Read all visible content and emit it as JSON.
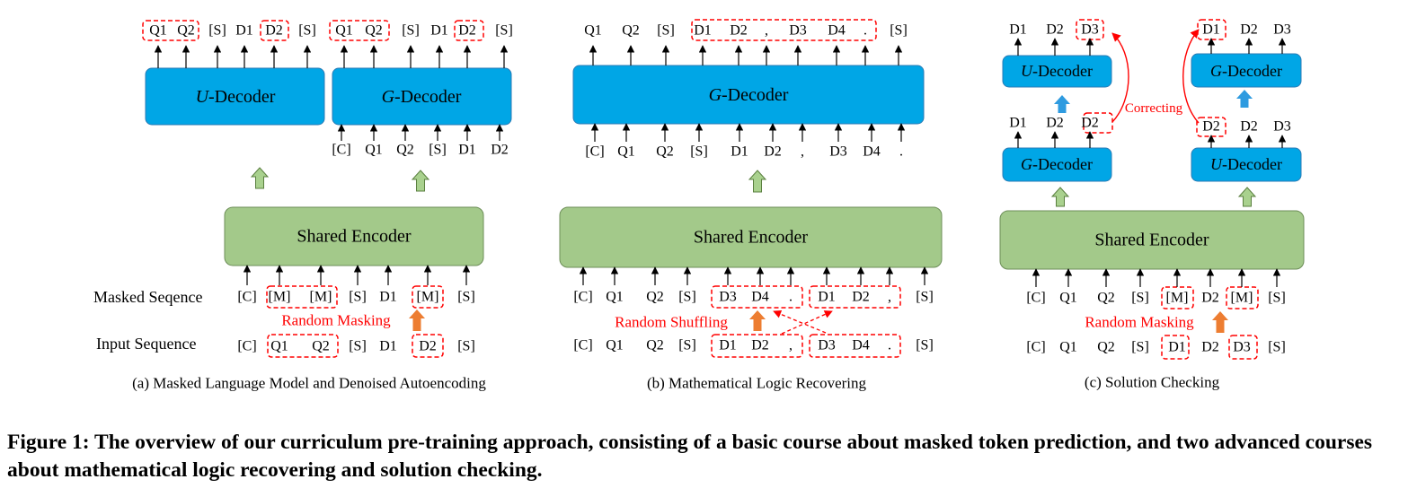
{
  "panels": [
    {
      "caption": "(a) Masked Language Model and Denoised Autoencoding",
      "encoder": "Shared Encoder",
      "decoders": [
        {
          "prefix": "U",
          "suffix": "-Decoder"
        },
        {
          "prefix": "G",
          "suffix": "-Decoder"
        }
      ],
      "u_output": [
        "Q1",
        "Q2",
        "[S]",
        "D1",
        "D2",
        "[S]"
      ],
      "g_output": [
        "Q1",
        "Q2",
        "[S]",
        "D1",
        "D2",
        "[S]"
      ],
      "g_input": [
        "[C]",
        "Q1",
        "Q2",
        "[S]",
        "D1",
        "D2"
      ],
      "row_labels": {
        "masked": "Masked Seqence",
        "input": "Input Sequence"
      },
      "masked_sequence": [
        "[C]",
        "[M]",
        "[M]",
        "[S]",
        "D1",
        "[M]",
        "[S]"
      ],
      "input_sequence": [
        "[C]",
        "Q1",
        "Q2",
        "[S]",
        "D1",
        "D2",
        "[S]"
      ],
      "operation": "Random Masking"
    },
    {
      "caption": "(b) Mathematical Logic Recovering",
      "encoder": "Shared Encoder",
      "decoder": {
        "prefix": "G",
        "suffix": "-Decoder"
      },
      "g_output": [
        "Q1",
        "Q2",
        "[S]",
        "D1",
        "D2",
        ",",
        "D3",
        "D4",
        ".",
        "[S]"
      ],
      "g_input": [
        "[C]",
        "Q1",
        "Q2",
        "[S]",
        "D1",
        "D2",
        ",",
        "D3",
        "D4",
        "."
      ],
      "shuffled_sequence": [
        "[C]",
        "Q1",
        "Q2",
        "[S]",
        "D3",
        "D4",
        ".",
        "D1",
        "D2",
        ",",
        "[S]"
      ],
      "input_sequence": [
        "[C]",
        "Q1",
        "Q2",
        "[S]",
        "D1",
        "D2",
        ",",
        "D3",
        "D4",
        ".",
        "[S]"
      ],
      "operation": "Random Shuffling"
    },
    {
      "caption": "(c) Solution Checking",
      "encoder": "Shared Encoder",
      "left_stack": {
        "top_decoder": {
          "prefix": "U",
          "suffix": "-Decoder"
        },
        "top_output": [
          "D1",
          "D2",
          "D3"
        ],
        "bottom_decoder": {
          "prefix": "G",
          "suffix": "-Decoder"
        },
        "bottom_output": [
          "D1",
          "D2",
          "D2"
        ]
      },
      "right_stack": {
        "top_decoder": {
          "prefix": "G",
          "suffix": "-Decoder"
        },
        "top_output": [
          "D1",
          "D2",
          "D3"
        ],
        "bottom_decoder": {
          "prefix": "U",
          "suffix": "-Decoder"
        },
        "bottom_output": [
          "D2",
          "D2",
          "D3"
        ]
      },
      "correcting_label": "Correcting",
      "masked_sequence": [
        "[C]",
        "Q1",
        "Q2",
        "[S]",
        "[M]",
        "D2",
        "[M]",
        "[S]"
      ],
      "input_sequence": [
        "[C]",
        "Q1",
        "Q2",
        "[S]",
        "D1",
        "D2",
        "D3",
        "[S]"
      ],
      "operation": "Random Masking"
    }
  ],
  "figure_caption": "Figure 1: The overview of our curriculum pre-training approach, consisting of a basic course about masked token prediction, and two advanced courses about mathematical logic recovering and solution checking.",
  "colors": {
    "decoder_fill": "#00A6E6",
    "encoder_fill": "#A3C98A",
    "highlight": "#FF0000",
    "arrow_green": "#A9D18E",
    "arrow_orange": "#ED7D31",
    "arrow_blue": "#2E9BE0"
  }
}
